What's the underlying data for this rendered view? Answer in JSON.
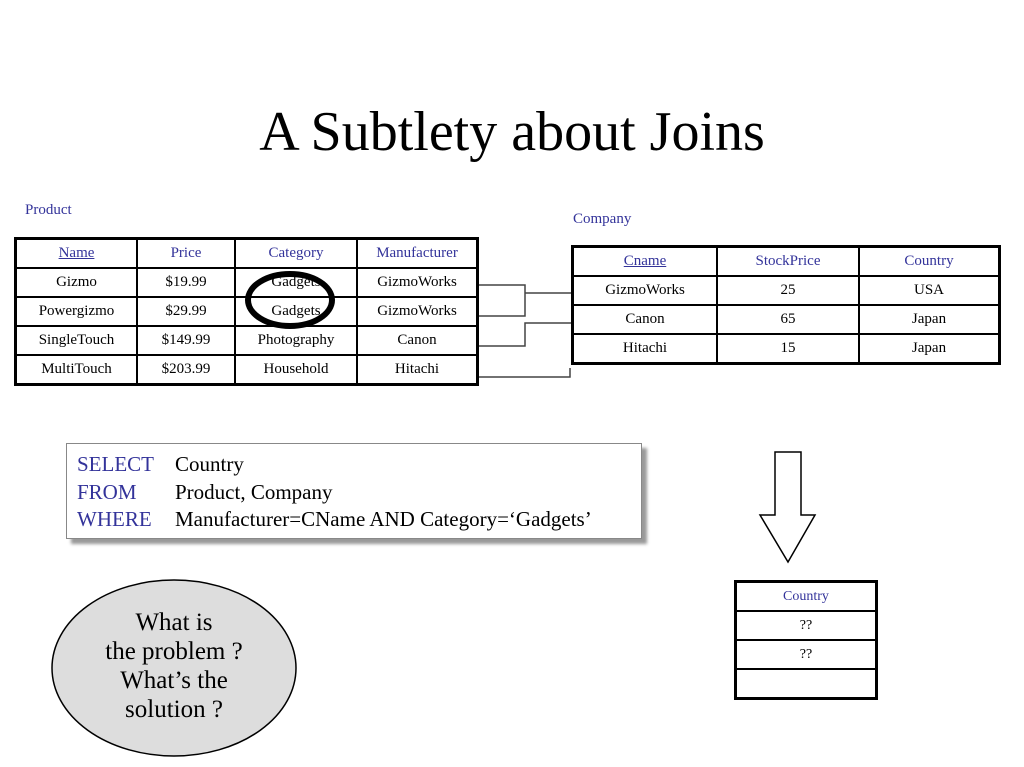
{
  "title": "A Subtlety about Joins",
  "product": {
    "label": "Product",
    "headers": [
      "Name",
      "Price",
      "Category",
      "Manufacturer"
    ],
    "rows": [
      [
        "Gizmo",
        "$19.99",
        "Gadgets",
        "GizmoWorks"
      ],
      [
        "Powergizmo",
        "$29.99",
        "Gadgets",
        "GizmoWorks"
      ],
      [
        "SingleTouch",
        "$149.99",
        "Photography",
        "Canon"
      ],
      [
        "MultiTouch",
        "$203.99",
        "Household",
        "Hitachi"
      ]
    ]
  },
  "company": {
    "label": "Company",
    "headers": [
      "Cname",
      "StockPrice",
      "Country"
    ],
    "rows": [
      [
        "GizmoWorks",
        "25",
        "USA"
      ],
      [
        "Canon",
        "65",
        "Japan"
      ],
      [
        "Hitachi",
        "15",
        "Japan"
      ]
    ]
  },
  "query": {
    "select_kw": "SELECT",
    "select": "Country",
    "from_kw": "FROM",
    "from": "Product, Company",
    "where_kw": "WHERE",
    "where": "Manufacturer=CName AND Category=‘Gadgets’"
  },
  "result": {
    "header": "Country",
    "rows": [
      "??",
      "??",
      ""
    ]
  },
  "question": [
    "What is",
    "the problem ?",
    "What’s the",
    "solution ?"
  ],
  "colors": {
    "header_text": "#33339a",
    "ellipse_fill": "#dddddd"
  }
}
